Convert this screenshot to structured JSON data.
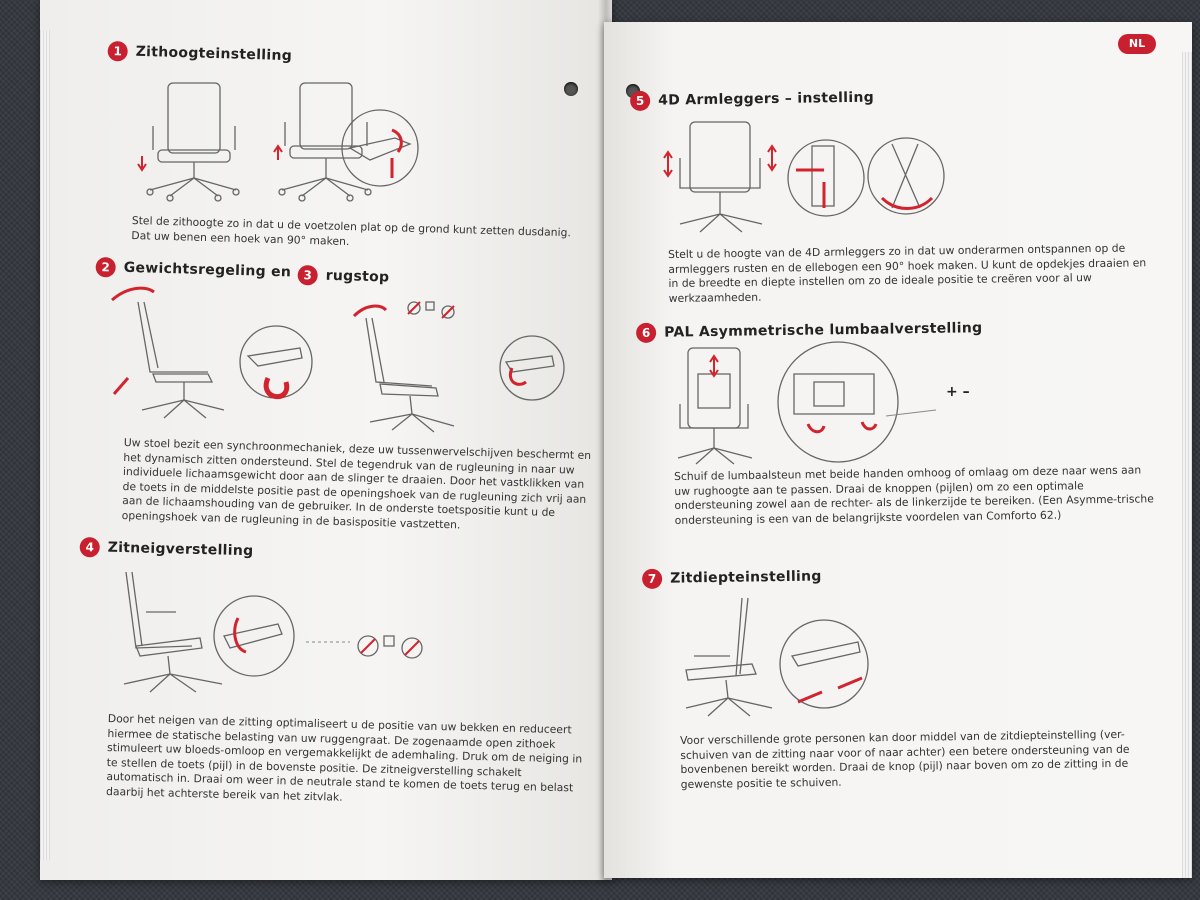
{
  "language_badge": "NL",
  "left_page": {
    "section1": {
      "number": "1",
      "title": "Zithoogteinstelling",
      "text": "Stel de zithoogte zo in dat u de voetzolen plat op de grond kunt zetten dusdanig. Dat uw benen een hoek van 90° maken."
    },
    "section2": {
      "number": "2",
      "title": "Gewichtsregeling en"
    },
    "section3": {
      "number": "3",
      "title": "rugstop"
    },
    "section23_text": "Uw stoel bezit een synchroonmechaniek, deze uw tussenwervelschijven beschermt en het dynamisch zitten ondersteund. Stel de tegendruk van de rugleuning in naar uw individuele lichaamsgewicht door aan de slinger te draaien. Door het vastklikken van de toets in de middelste positie past de openingshoek van de rugleuning zich vrij aan aan de lichaamshouding van de gebruiker. In de onderste toetspositie kunt u de openingshoek van de rugleuning in de basispositie vastzetten.",
    "section4": {
      "number": "4",
      "title": "Zitneigverstelling",
      "text": "Door het neigen van de zitting optimaliseert u de positie van uw bekken en reduceert hiermee de statische belasting van uw ruggengraat. De zogenaamde open zithoek stimuleert uw bloeds-omloop en vergemakkelijkt de ademhaling. Druk om de neiging in te stellen de toets (pijl) in de bovenste positie. De zitneigverstelling schakelt automatisch in. Draai om weer in de neutrale stand te komen de toets terug en belast daarbij het achterste bereik van het zitvlak."
    }
  },
  "right_page": {
    "section5": {
      "number": "5",
      "title": "4D Armleggers – instelling",
      "text": "Stelt u de hoogte van de 4D armleggers zo in dat uw onderarmen ontspannen op de armleggers rusten en de ellebogen een 90° hoek maken. U kunt de opdekjes draaien en in de breedte en diepte instellen om zo de ideale positie te creëren voor al uw werkzaamheden."
    },
    "section6": {
      "number": "6",
      "title": "PAL Asymmetrische lumbaalverstelling",
      "plus_minus": "+ –",
      "text": "Schuif de lumbaalsteun met beide handen omhoog of omlaag om deze naar wens aan uw rughoogte aan te passen. Draai de knoppen (pijlen) om zo een optimale ondersteuning zowel aan de rechter- als de linkerzijde te bereiken. (Een Asymme-trische ondersteuning is een van de belangrijkste voordelen van Comforto 62.)"
    },
    "section7": {
      "number": "7",
      "title": "Zitdiepteinstelling",
      "text": "Voor verschillende grote personen kan door middel van de zitdiepteinstelling (ver-schuiven van de zitting naar voor of naar achter) een betere ondersteuning van de bovenbenen bereikt worden. Draai de knop (pijl) naar boven om zo de zitting in de gewenste positie te schuiven."
    }
  }
}
